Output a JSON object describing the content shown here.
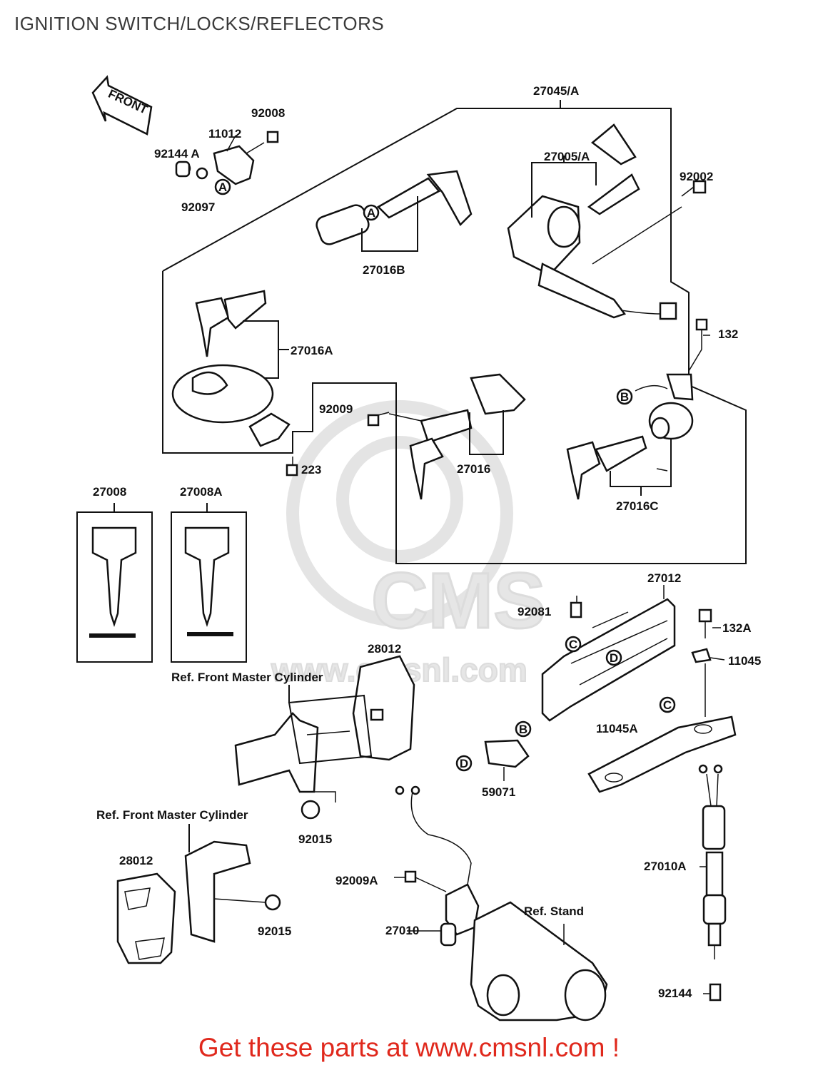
{
  "header": {
    "title": "IGNITION SWITCH/LOCKS/REFLECTORS"
  },
  "front_arrow": {
    "text": "FRONT"
  },
  "watermark": {
    "logo": "CMS",
    "url": "www.cmsnl.com"
  },
  "footer": {
    "text": "Get these parts at www.cmsnl.com !"
  },
  "callouts": {
    "A": "A",
    "B": "B",
    "C": "C",
    "D": "D"
  },
  "parts": {
    "p27045A": "27045/A",
    "p92008": "92008",
    "p11012": "11012",
    "p92144A": "92144 A",
    "p92097": "92097",
    "p27005A": "27005/A",
    "p92002": "92002",
    "p27016B": "27016B",
    "p27016A": "27016A",
    "p132": "132",
    "p92009": "92009",
    "p223": "223",
    "p27016": "27016",
    "p27016C": "27016C",
    "p27008": "27008",
    "p27008A": "27008A",
    "p27012": "27012",
    "p92081": "92081",
    "p132A": "132A",
    "p11045": "11045",
    "p28012a": "28012",
    "p11045A": "11045A",
    "p59071": "59071",
    "p92015a": "92015",
    "p28012b": "28012",
    "p92015b": "92015",
    "p92009A": "92009A",
    "p27010": "27010",
    "p27010A": "27010A",
    "p92144": "92144"
  },
  "refs": {
    "ref_fmc1": "Ref. Front Master Cylinder",
    "ref_fmc2": "Ref. Front Master Cylinder",
    "ref_stand": "Ref. Stand"
  }
}
